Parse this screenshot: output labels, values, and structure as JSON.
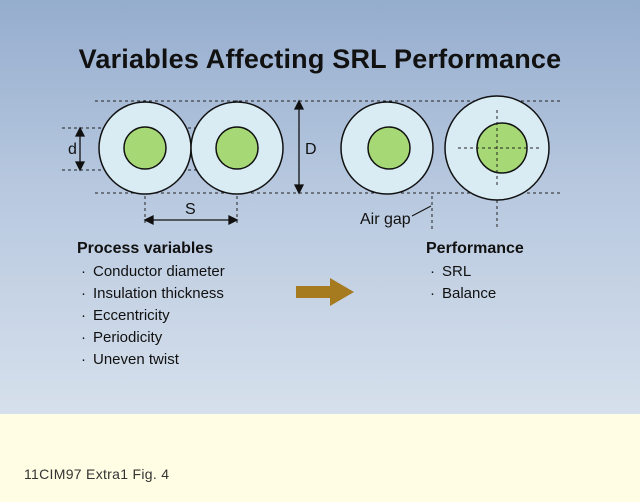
{
  "title": "Variables Affecting SRL Performance",
  "labels": {
    "d": "d",
    "D": "D",
    "S": "S",
    "air_gap": "Air gap"
  },
  "process": {
    "heading": "Process variables",
    "bullet": "·",
    "items": [
      "Conductor diameter",
      "Insulation thickness",
      "Eccentricity",
      "Periodicity",
      "Uneven twist"
    ]
  },
  "performance": {
    "heading": "Performance",
    "bullet": "·",
    "items": [
      "SRL",
      "Balance"
    ]
  },
  "caption": "11CIM97 Extra1 Fig. 4",
  "colors": {
    "panel_top": "#95adce",
    "panel_bottom": "#d6e0ec",
    "insulation": "#d9ecf4",
    "conductor": "#a6d975",
    "arrow": "#a67a1e",
    "caption_bg": "#fffde3"
  }
}
